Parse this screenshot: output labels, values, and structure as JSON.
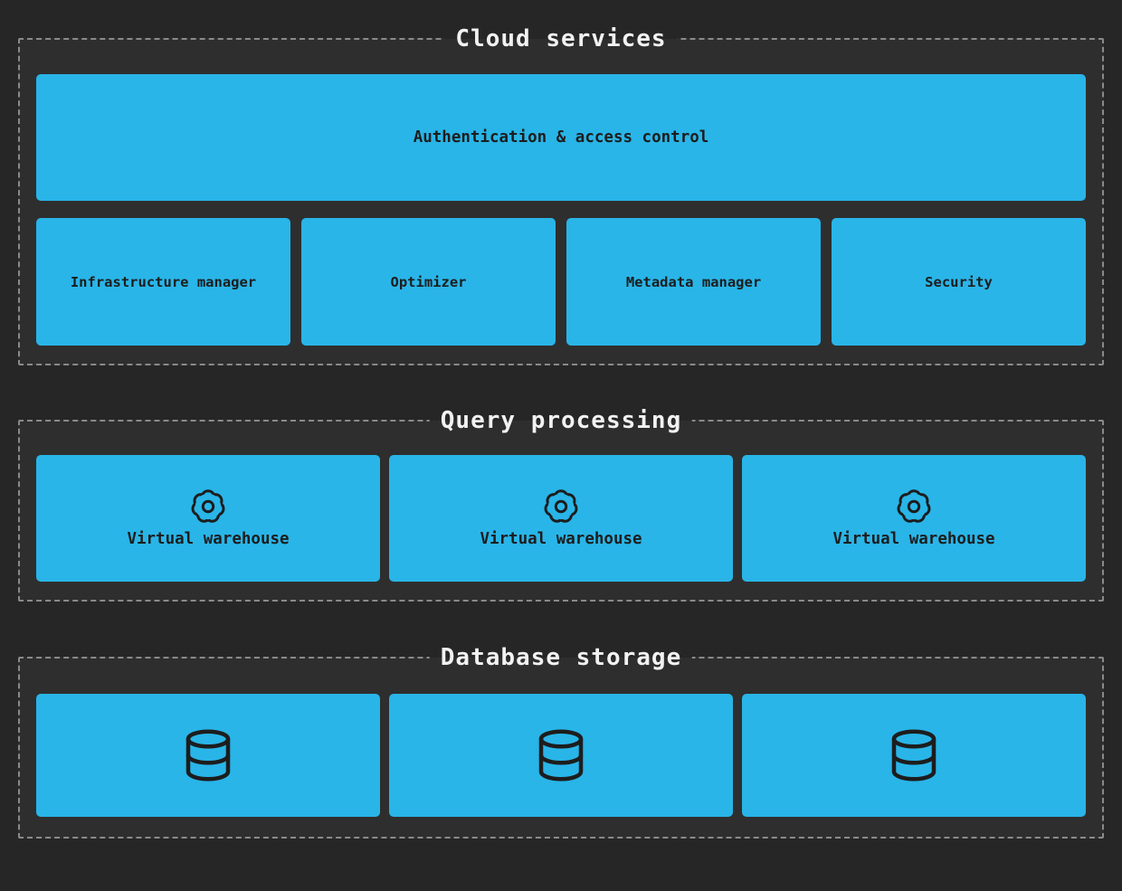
{
  "diagram": {
    "colors": {
      "background": "#262626",
      "group_background": "#2e2e2e",
      "group_border": "#8a8a8a",
      "accent": "#29b5e8",
      "box_label": "#1d1d1d",
      "section_title": "#f2f2f2"
    },
    "groups": {
      "cloud_services": {
        "title": "Cloud services",
        "nodes": [
          {
            "label": "Authentication & access control"
          },
          {
            "label": "Infrastructure manager"
          },
          {
            "label": "Optimizer"
          },
          {
            "label": "Metadata manager"
          },
          {
            "label": "Security"
          }
        ]
      },
      "query_processing": {
        "title": "Query processing",
        "nodes": [
          {
            "icon": "gear-icon",
            "label": "Virtual warehouse"
          },
          {
            "icon": "gear-icon",
            "label": "Virtual warehouse"
          },
          {
            "icon": "gear-icon",
            "label": "Virtual warehouse"
          }
        ]
      },
      "database_storage": {
        "title": "Database storage",
        "nodes": [
          {
            "icon": "database-icon"
          },
          {
            "icon": "database-icon"
          },
          {
            "icon": "database-icon"
          }
        ]
      }
    }
  }
}
